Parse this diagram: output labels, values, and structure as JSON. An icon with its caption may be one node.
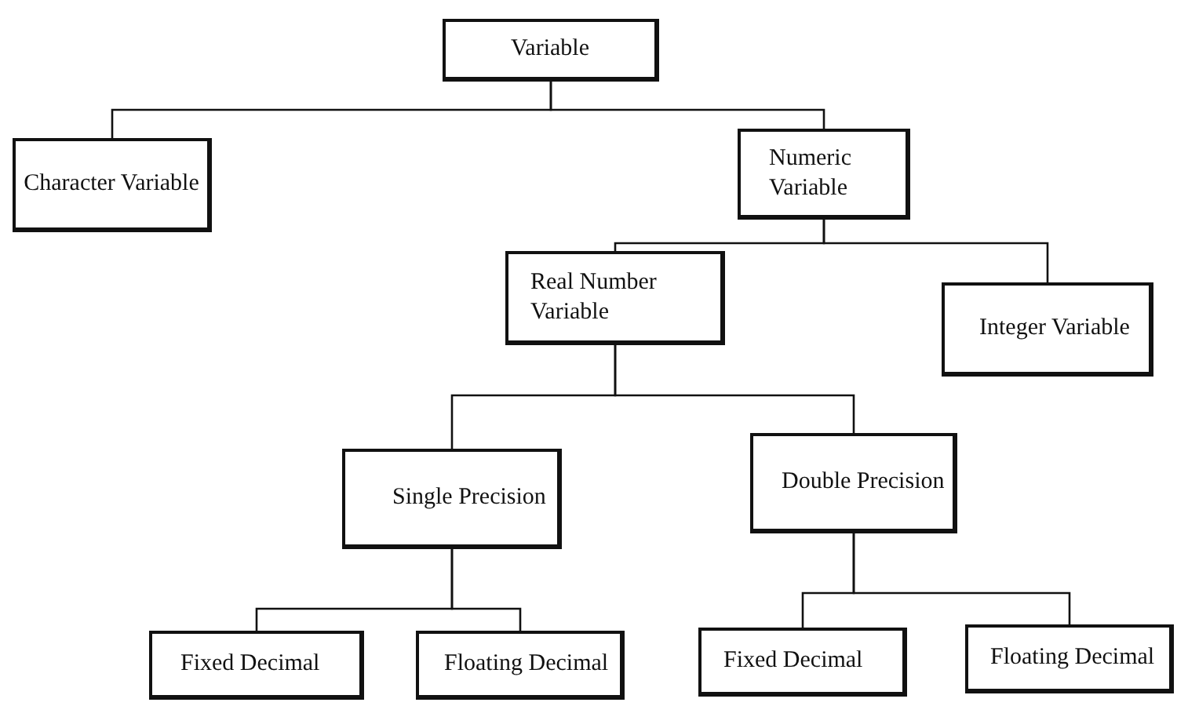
{
  "diagram": {
    "nodes": [
      {
        "text": [
          "Variable"
        ]
      },
      {
        "text": [
          "Character Variable"
        ]
      },
      {
        "text": [
          "Numeric Variable"
        ]
      },
      {
        "text": [
          "Real Number Variable"
        ]
      },
      {
        "text": [
          "Integer Variable"
        ]
      },
      {
        "text": [
          "Single Precision"
        ]
      },
      {
        "text": [
          "Double Precision"
        ]
      },
      {
        "text": [
          "Fixed Decimal"
        ]
      },
      {
        "text": [
          "Floating Decimal"
        ]
      },
      {
        "text": [
          "Fixed Decimal"
        ]
      },
      {
        "text": [
          "Floating Decimal"
        ]
      }
    ],
    "edges": [
      {
        "from": 0,
        "to": 1,
        "arrow": "none"
      },
      {
        "from": 0,
        "to": 2,
        "arrow": "none"
      },
      {
        "from": 2,
        "to": 3,
        "arrow": "none"
      },
      {
        "from": 2,
        "to": 4,
        "arrow": "none"
      },
      {
        "from": 3,
        "to": 5,
        "arrow": "none"
      },
      {
        "from": 3,
        "to": 6,
        "arrow": "none"
      },
      {
        "from": 5,
        "to": 7,
        "arrow": "none"
      },
      {
        "from": 5,
        "to": 8,
        "arrow": "none"
      },
      {
        "from": 6,
        "to": 9,
        "arrow": "none"
      },
      {
        "from": 6,
        "to": 10,
        "arrow": "none"
      }
    ]
  }
}
